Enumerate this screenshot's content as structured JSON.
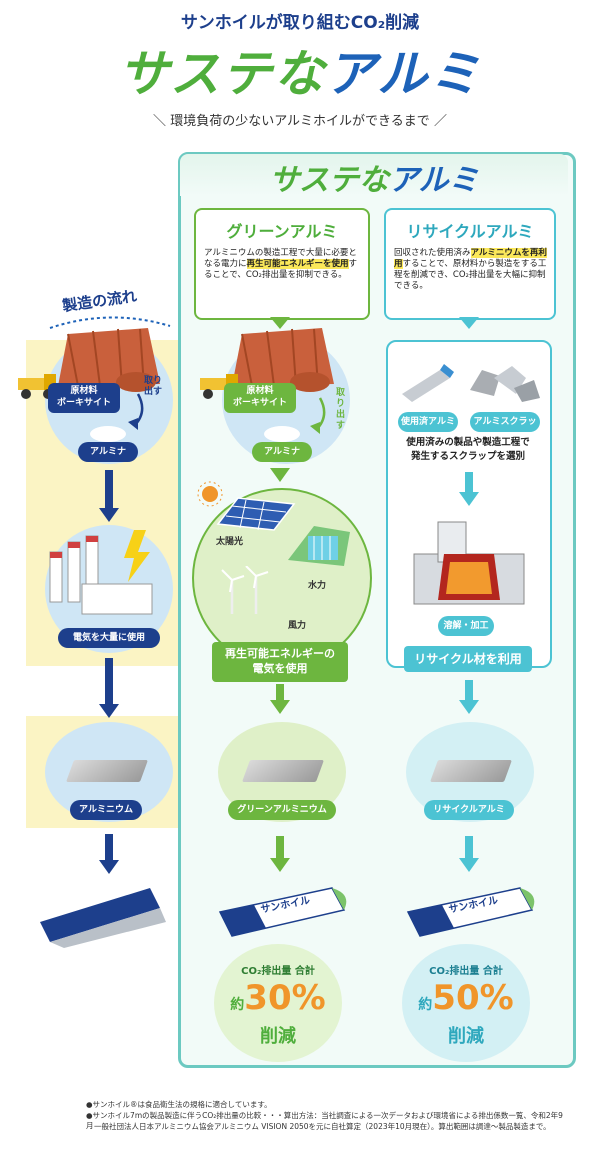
{
  "header": {
    "kicker": "サンホイルが取り組むCO₂削減",
    "logo_part1": "サステな",
    "logo_part2": "アルミ",
    "subtitle": "環境負荷の少ないアルミホイルができるまで"
  },
  "flow": {
    "title": "製造の流れ",
    "raw_material": "原材料\nボーキサイト",
    "extract": "取り出す",
    "alumina": "アルミナ",
    "electricity": "電気を大量に使用",
    "aluminium": "アルミニウム",
    "foil_label": "アルミホイル"
  },
  "panel": {
    "logo_part1": "サステな",
    "logo_part2": "アルミ"
  },
  "green": {
    "title": "グリーンアルミ",
    "desc_1": "アルミニウムの製造工程で大量に必要となる電力に",
    "desc_hl": "再生可能エネルギーを使用",
    "desc_2": "することで、CO₂排出量を抑制できる。",
    "raw_material": "原材料\nボーキサイト",
    "extract": "取り出す",
    "alumina": "アルミナ",
    "solar": "太陽光",
    "hydro": "水力",
    "wind": "風力",
    "banner": "再生可能エネルギーの\n電気を使用",
    "product": "グリーンアルミニウム",
    "co2_label": "CO₂排出量 合計",
    "approx": "約",
    "percent": "30%",
    "reduce": "削減"
  },
  "recycle": {
    "title": "リサイクルアルミ",
    "desc_1": "回収された使用済み",
    "desc_hl": "アルミニウムを再利用",
    "desc_2": "することで、原材料から製造をする工程を削減でき、CO₂排出量を大幅に抑制できる。",
    "used": "使用済アルミ",
    "scrap": "アルミスクラップ",
    "select": "使用済みの製品や製造工程で\n発生するスクラップを選別",
    "melt": "溶解・加工",
    "banner": "リサイクル材を利用",
    "product": "リサイクルアルミ",
    "co2_label": "CO₂排出量 合計",
    "approx": "約",
    "percent": "50%",
    "reduce": "削減"
  },
  "product": {
    "brand": "サンホイル"
  },
  "footnotes": [
    "●サンホイル®は食品衛生法の規格に適合しています。",
    "●サンホイル7mの製品製造に伴うCO₂排出量の比較・・・算出方法：当社調査による一次データおよび環境省による排出係数一覧、令和2年9月",
    "一般社団法人日本アルミニウム協会アルミニウム VISION 2050を元に自社算定（2023年10月現在）。算出範囲は調達〜製品製造まで。"
  ],
  "colors": {
    "green": "#6db63f",
    "teal": "#4cc3d3",
    "navy": "#1d3f8c",
    "orange": "#f0952a",
    "yellow_band": "#fbf4c4"
  }
}
